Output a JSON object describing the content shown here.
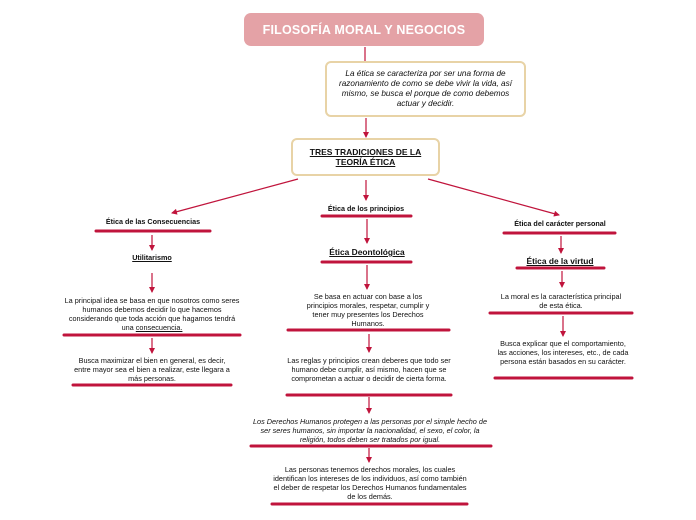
{
  "title": "FILOSOFÍA MORAL Y NEGOCIOS",
  "intro": "La ética se caracteriza por ser una forma de razonamiento de como se debe vivir la vida, así mismo, se busca el porque de como debemos actuar y decidir.",
  "traditions_title": "TRES TRADICIONES DE LA TEORÍA ÉTICA",
  "left": {
    "heading": "Ética de las Consecuencias",
    "subheading": "Utilitarismo",
    "text1_before": "La principal idea se basa en que nosotros como seres humanos debemos decidir lo que hacemos considerando que toda acción que hagamos tendrá una",
    "text1_underlined": "consecuencia.",
    "text2": "Busca maximizar el bien en general, es decir, entre mayor sea el bien a realizar, este llegara a más personas."
  },
  "middle": {
    "heading": "Ética de los principios",
    "subheading": "Ética Deontológica",
    "text1": "Se basa en actuar con base a los principios morales, respetar, cumplir y tener muy presentes los Derechos Humanos.",
    "text2": "Las reglas y principios crean deberes que todo ser humano debe cumplir, así mismo, hacen que se comprometan a actuar o decidir de cierta forma.",
    "text3": "Los Derechos Humanos protegen a las personas por el simple hecho de ser seres humanos, sin importar la nacionalidad, el sexo, el color, la religión, todos deben ser tratados por igual.",
    "text4": "Las personas tenemos derechos morales, los cuales identifican los intereses de los individuos, así como también el deber de respetar los Derechos Humanos fundamentales de los demás."
  },
  "right": {
    "heading": "Ética del carácter personal",
    "subheading": "Ética de la virtud",
    "text1": "La moral es la característica principal de esta ética.",
    "text2": "Busca explicar que el comportamiento, las acciones, los intereses, etc., de cada persona están basados en su carácter."
  },
  "colors": {
    "accent": "#c0143c",
    "title_bg": "#e4a2a6",
    "box_border": "#e8d3a6"
  }
}
